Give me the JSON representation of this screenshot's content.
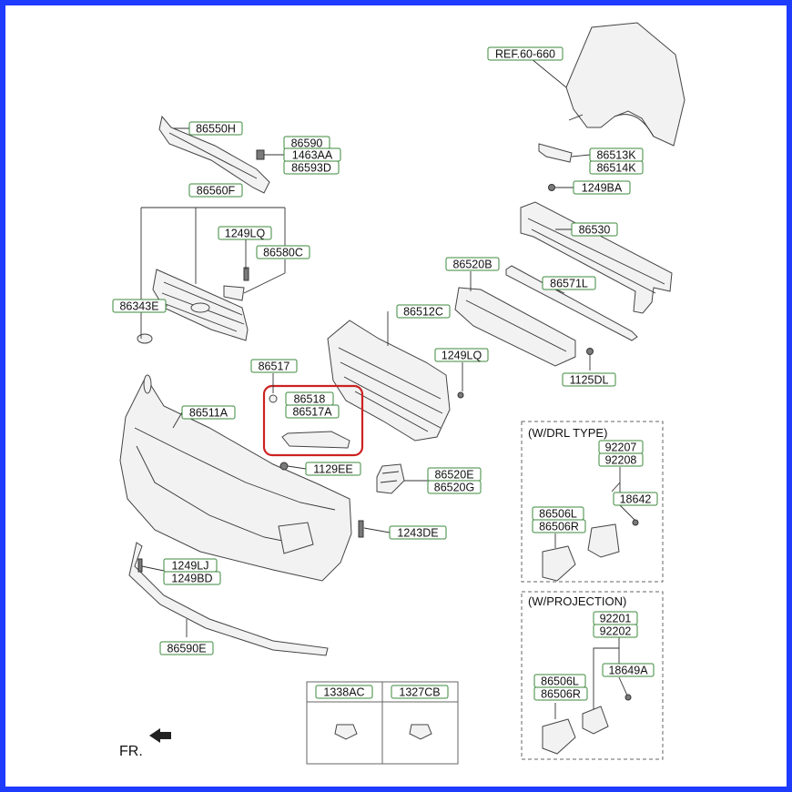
{
  "labels": {
    "ref": "REF.60-660",
    "p86513K": "86513K",
    "p86514K": "86514K",
    "p1249BA": "1249BA",
    "p86550H": "86550H",
    "p86590": "86590",
    "p1463AA": "1463AA",
    "p86593D": "86593D",
    "p86560F": "86560F",
    "p1249LQ_a": "1249LQ",
    "p86580C": "86580C",
    "p86343E": "86343E",
    "p86530": "86530",
    "p86520B": "86520B",
    "p86571L": "86571L",
    "p86512C": "86512C",
    "p1249LQ_b": "1249LQ",
    "p1125DL": "1125DL",
    "p86517": "86517",
    "p86518": "86518",
    "p86517A": "86517A",
    "p86511A": "86511A",
    "p1129EE": "1129EE",
    "p86520E": "86520E",
    "p86520G": "86520G",
    "p1243DE": "1243DE",
    "p1249LJ": "1249LJ",
    "p1249BD": "1249BD",
    "p86590E": "86590E",
    "drl_title": "(W/DRL TYPE)",
    "p92207": "92207",
    "p92208": "92208",
    "p18642": "18642",
    "p86506L_a": "86506L",
    "p86506R_a": "86506R",
    "proj_title": "(W/PROJECTION)",
    "p92201": "92201",
    "p92202": "92202",
    "p18649A": "18649A",
    "p86506L_b": "86506L",
    "p86506R_b": "86506R",
    "p1338AC": "1338AC",
    "p1327CB": "1327CB",
    "fr": "FR."
  },
  "colors": {
    "frame": "#1e3cff",
    "highlight": "#cc2222",
    "label_border": "#3b8a3b"
  }
}
